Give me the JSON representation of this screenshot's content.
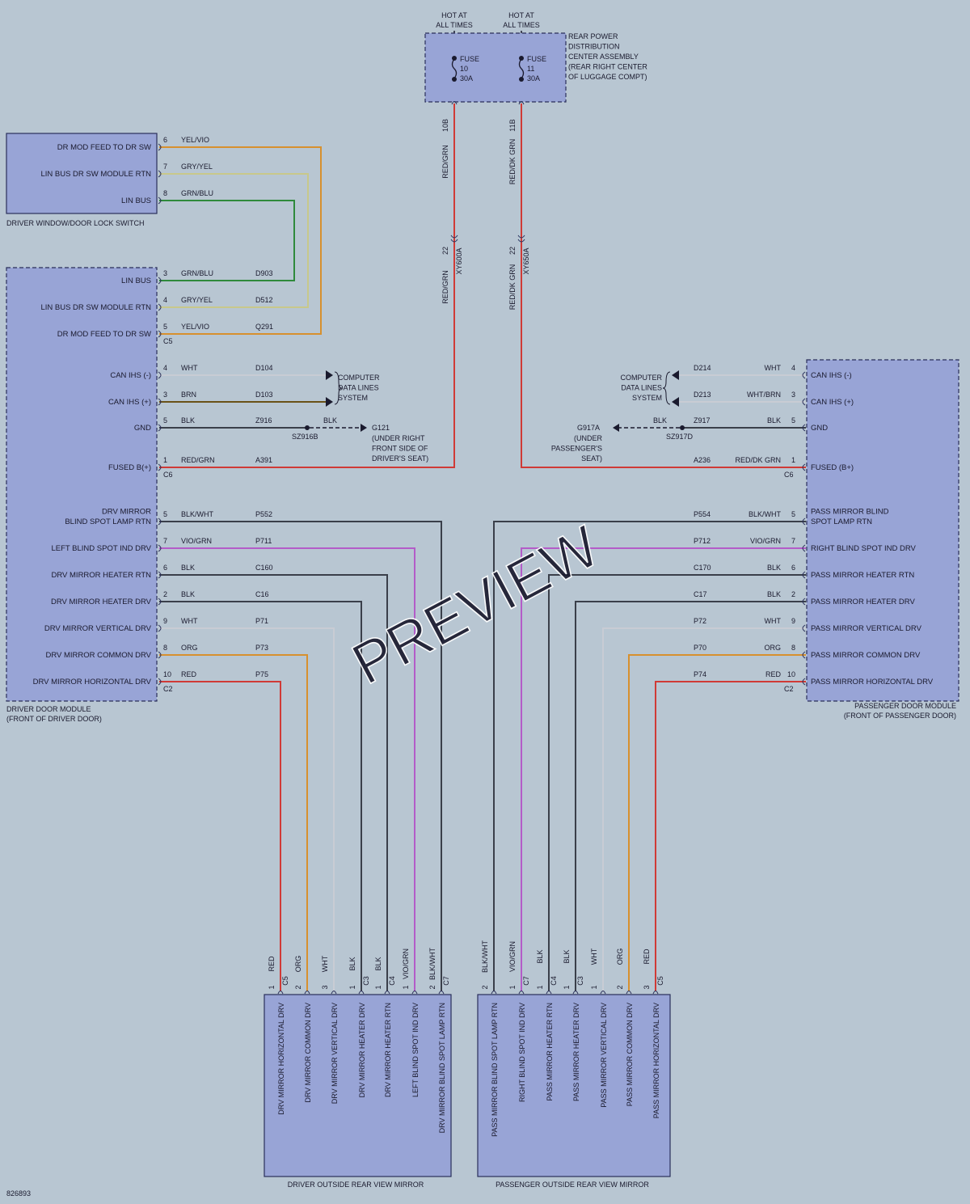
{
  "colors": {
    "background": "#b8c6d2",
    "module_fill": "#98a4d6",
    "wire_red": "#d03a36",
    "wire_orange": "#d7902e",
    "wire_gray_yel": "#c8c88a",
    "wire_green": "#2f8a3c",
    "wire_white": "#c8ccd4",
    "wire_brown": "#6a5218",
    "wire_black": "#3a3f4a",
    "wire_violet": "#b35cc8"
  },
  "hot_labels": [
    "HOT AT",
    "ALL TIMES"
  ],
  "rpdc": {
    "title": [
      "REAR POWER",
      "DISTRIBUTION",
      "CENTER ASSEMBLY",
      "(REAR RIGHT CENTER",
      "OF LUGGAGE COMPT)"
    ],
    "fuses": [
      {
        "label": "FUSE",
        "num": "10",
        "amps": "30A",
        "cavity": "10B",
        "color": "RED/GRN",
        "inline_pin": "22",
        "inline_conn": "XY600A"
      },
      {
        "label": "FUSE",
        "num": "11",
        "amps": "30A",
        "cavity": "11B",
        "color": "RED/DK GRN",
        "inline_pin": "22",
        "inline_conn": "XY650A"
      }
    ]
  },
  "switch": {
    "title": "DRIVER WINDOW/DOOR LOCK SWITCH",
    "pins": [
      {
        "name": "DR MOD FEED TO DR SW",
        "pin": "6",
        "color": "YEL/VIO"
      },
      {
        "name": "LIN BUS DR SW MODULE RTN",
        "pin": "7",
        "color": "GRY/YEL"
      },
      {
        "name": "LIN BUS",
        "pin": "8",
        "color": "GRN/BLU"
      }
    ]
  },
  "ddm": {
    "title": [
      "DRIVER DOOR MODULE",
      "(FRONT OF DRIVER DOOR)"
    ],
    "c5_pins": [
      {
        "name": "LIN BUS",
        "pin": "3",
        "color": "GRN/BLU",
        "circuit": "D903"
      },
      {
        "name": "LIN BUS DR SW MODULE RTN",
        "pin": "4",
        "color": "GRY/YEL",
        "circuit": "D512"
      },
      {
        "name": "DR MOD FEED TO DR SW",
        "pin": "5",
        "color": "YEL/VIO",
        "circuit": "Q291"
      }
    ],
    "c6_pins": [
      {
        "name": "CAN IHS (-)",
        "pin": "4",
        "color": "WHT",
        "circuit": "D104"
      },
      {
        "name": "CAN IHS (+)",
        "pin": "3",
        "color": "BRN",
        "circuit": "D103"
      },
      {
        "name": "GND",
        "pin": "5",
        "color": "BLK",
        "circuit": "Z916"
      },
      {
        "name": "FUSED B(+)",
        "pin": "1",
        "color": "RED/GRN",
        "circuit": "A391"
      }
    ],
    "c2_pins": [
      {
        "name": [
          "DRV MIRROR",
          "BLIND SPOT LAMP RTN"
        ],
        "pin": "5",
        "color": "BLK/WHT",
        "circuit": "P552"
      },
      {
        "name": [
          "LEFT BLIND SPOT IND DRV"
        ],
        "pin": "7",
        "color": "VIO/GRN",
        "circuit": "P711"
      },
      {
        "name": [
          "DRV MIRROR HEATER RTN"
        ],
        "pin": "6",
        "color": "BLK",
        "circuit": "C160"
      },
      {
        "name": [
          "DRV MIRROR HEATER DRV"
        ],
        "pin": "2",
        "color": "BLK",
        "circuit": "C16"
      },
      {
        "name": [
          "DRV MIRROR VERTICAL DRV"
        ],
        "pin": "9",
        "color": "WHT",
        "circuit": "P71"
      },
      {
        "name": [
          "DRV MIRROR COMMON DRV"
        ],
        "pin": "8",
        "color": "ORG",
        "circuit": "P73"
      },
      {
        "name": [
          "DRV MIRROR HORIZONTAL DRV"
        ],
        "pin": "10",
        "color": "RED",
        "circuit": "P75"
      }
    ],
    "conn_c5": "C5",
    "conn_c6": "C6",
    "conn_c2": "C2"
  },
  "pdm": {
    "title": [
      "PASSENGER DOOR MODULE",
      "(FRONT OF PASSENGER DOOR)"
    ],
    "c6_pins": [
      {
        "name": "CAN IHS (-)",
        "pin": "4",
        "color": "WHT",
        "circuit": "D214"
      },
      {
        "name": "CAN IHS (+)",
        "pin": "3",
        "color": "WHT/BRN",
        "circuit": "D213"
      },
      {
        "name": "GND",
        "pin": "5",
        "color": "BLK",
        "circuit": "Z917"
      },
      {
        "name": "FUSED (B+)",
        "pin": "1",
        "color": "RED/DK GRN",
        "circuit": "A236"
      }
    ],
    "c2_pins": [
      {
        "name": [
          "PASS MIRROR BLIND",
          "SPOT LAMP RTN"
        ],
        "pin": "5",
        "color": "BLK/WHT",
        "circuit": "P554"
      },
      {
        "name": [
          "RIGHT BLIND SPOT IND DRV"
        ],
        "pin": "7",
        "color": "VIO/GRN",
        "circuit": "P712"
      },
      {
        "name": [
          "PASS MIRROR HEATER RTN"
        ],
        "pin": "6",
        "color": "BLK",
        "circuit": "C170"
      },
      {
        "name": [
          "PASS MIRROR HEATER DRV"
        ],
        "pin": "2",
        "color": "BLK",
        "circuit": "C17"
      },
      {
        "name": [
          "PASS MIRROR VERTICAL DRV"
        ],
        "pin": "9",
        "color": "WHT",
        "circuit": "P72"
      },
      {
        "name": [
          "PASS MIRROR COMMON DRV"
        ],
        "pin": "8",
        "color": "ORG",
        "circuit": "P70"
      },
      {
        "name": [
          "PASS MIRROR HORIZONTAL DRV"
        ],
        "pin": "10",
        "color": "RED",
        "circuit": "P74"
      }
    ],
    "conn_c6": "C6",
    "conn_c2": "C2"
  },
  "cds": [
    "COMPUTER",
    "DATA LINES",
    "SYSTEM"
  ],
  "ground_left": {
    "splice": "SZ916B",
    "color": "BLK",
    "ground": "G121",
    "location": [
      "(UNDER RIGHT",
      "FRONT SIDE OF",
      "DRIVER'S SEAT)"
    ]
  },
  "ground_right": {
    "splice": "SZ917D",
    "color": "BLK",
    "ground": "G917A",
    "location": [
      "(UNDER",
      "PASSENGER'S",
      "SEAT)"
    ]
  },
  "dmirror": {
    "title": "DRIVER OUTSIDE REAR VIEW MIRROR",
    "pins": [
      {
        "color": "RED",
        "pin": "1",
        "conn": "C5",
        "name": "DRV MIRROR HORIZONTAL DRV"
      },
      {
        "color": "ORG",
        "pin": "2",
        "conn": "",
        "name": "DRV MIRROR COMMON DRV"
      },
      {
        "color": "WHT",
        "pin": "3",
        "conn": "",
        "name": "DRV MIRROR VERTICAL DRV"
      },
      {
        "color": "BLK",
        "pin": "1",
        "conn": "C3",
        "name": "DRV MIRROR HEATER DRV"
      },
      {
        "color": "BLK",
        "pin": "1",
        "conn": "C4",
        "name": "DRV MIRROR HEATER RTN"
      },
      {
        "color": "VIO/GRN",
        "pin": "1",
        "conn": "",
        "name": "LEFT BLIND SPOT IND DRV"
      },
      {
        "color": "BLK/WHT",
        "pin": "2",
        "conn": "C7",
        "name": "DRV MIRROR BLIND SPOT LAMP RTN"
      }
    ]
  },
  "pmirror": {
    "title": "PASSENGER OUTSIDE REAR VIEW MIRROR",
    "pins": [
      {
        "color": "BLK/WHT",
        "pin": "2",
        "conn": "",
        "name": "PASS MIRROR BLIND SPOT LAMP RTN"
      },
      {
        "color": "VIO/GRN",
        "pin": "1",
        "conn": "C7",
        "name": "RIGHT BLIND SPOT IND DRV"
      },
      {
        "color": "BLK",
        "pin": "1",
        "conn": "C4",
        "name": "PASS MIRROR HEATER RTN"
      },
      {
        "color": "BLK",
        "pin": "1",
        "conn": "C3",
        "name": "PASS MIRROR HEATER DRV"
      },
      {
        "color": "WHT",
        "pin": "1",
        "conn": "",
        "name": "PASS MIRROR VERTICAL DRV"
      },
      {
        "color": "ORG",
        "pin": "2",
        "conn": "",
        "name": "PASS MIRROR COMMON DRV"
      },
      {
        "color": "RED",
        "pin": "3",
        "conn": "C5",
        "name": "PASS MIRROR HORIZONTAL DRV"
      }
    ]
  },
  "watermark": "PREVIEW",
  "figure_id": "826893"
}
